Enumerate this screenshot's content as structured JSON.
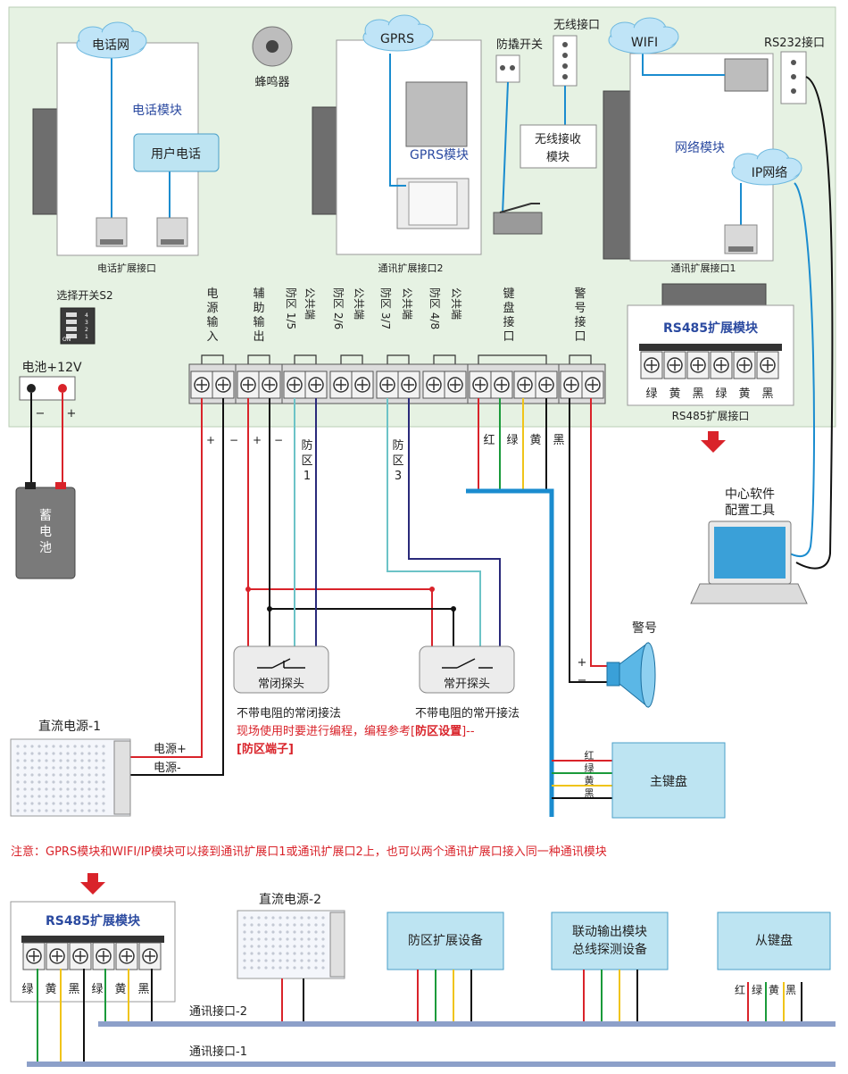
{
  "clouds": {
    "phone_net": "电话网",
    "gprs": "GPRS",
    "wifi": "WIFI",
    "ip_net": "IP网络"
  },
  "modules": {
    "phone_module": "电话模块",
    "user_phone": "用户电话",
    "phone_port": "电话扩展接口",
    "buzzer": "蜂鸣器",
    "gprs_module": "GPRS模块",
    "comm_port2": "通讯扩展接口2",
    "tamper_switch": "防撬开关",
    "wireless_port": "无线接口",
    "wireless_rx_line1": "无线接收",
    "wireless_rx_line2": "模块",
    "network_module": "网络模块",
    "rs232_port": "RS232接口",
    "comm_port1": "通讯扩展接口1"
  },
  "switch_s2": {
    "label": "选择开关S2",
    "numbers": [
      "4",
      "3",
      "2",
      "1"
    ],
    "on": "ON"
  },
  "battery": {
    "label": "电池+12V",
    "minus": "−",
    "plus": "+",
    "storage_line1": "蓄",
    "storage_line2": "电",
    "storage_line3": "池"
  },
  "terminals": {
    "power_in": [
      "电",
      "源",
      "输",
      "入"
    ],
    "aux_out": [
      "辅",
      "助",
      "输",
      "出"
    ],
    "zone15": "防区 1/5",
    "zone26": "防区 2/6",
    "zone37": "防区 3/7",
    "zone48": "防区 4/8",
    "common": "公共端",
    "keypad_port": [
      "键",
      "盘",
      "接",
      "口"
    ],
    "alarm_port": [
      "警",
      "号",
      "接",
      "口"
    ]
  },
  "rs485_main": {
    "title": "RS485扩展模块",
    "colors": [
      "绿",
      "黄",
      "黑",
      "绿",
      "黄",
      "黑"
    ],
    "port_label": "RS485扩展接口"
  },
  "wire_labels": {
    "plus": "+",
    "minus": "−",
    "zone1_line1": "防",
    "zone1_line2": "区",
    "zone1_line3": "1",
    "zone3_line1": "防",
    "zone3_line2": "区",
    "zone3_line3": "3",
    "keypad_colors": [
      "红",
      "绿",
      "黄",
      "黑"
    ]
  },
  "center_software": {
    "line1": "中心软件",
    "line2": "配置工具"
  },
  "siren": {
    "label": "警号",
    "plus": "+",
    "minus": "−"
  },
  "probes": {
    "nc": "常闭探头",
    "no": "常开探头",
    "nc_desc": "不带电阻的常闭接法",
    "no_desc": "不带电阻的常开接法",
    "note_line1_a": "现场使用时要进行编程，编程参考[",
    "note_line1_b": "防区设置",
    "note_line1_c": "]--",
    "note_line2": "[防区端子]"
  },
  "dc_power1": {
    "title": "直流电源-1",
    "plus": "电源+",
    "minus": "电源-"
  },
  "main_keypad": {
    "label": "主键盘",
    "colors": [
      "红",
      "绿",
      "黄",
      "黑"
    ]
  },
  "notice": "注意：GPRS模块和WIFI/IP模块可以接到通讯扩展口1或通讯扩展口2上，也可以两个通讯扩展口接入同一种通讯模块",
  "bottom": {
    "rs485_title": "RS485扩展模块",
    "rs485_colors": [
      "绿",
      "黄",
      "黑",
      "绿",
      "黄",
      "黑"
    ],
    "dc_power2": "直流电源-2",
    "zone_expander": "防区扩展设备",
    "linkage_line1": "联动输出模块",
    "linkage_line2": "总线探测设备",
    "slave_keypad": "从键盘",
    "slave_colors": [
      "红",
      "绿",
      "黄",
      "黑"
    ],
    "comm2": "通讯接口-2",
    "comm1": "通讯接口-1"
  },
  "colors": {
    "board": "#e6f2e3",
    "wire_blue": "#1a8ccf",
    "wire_red": "#d9232a",
    "wire_green": "#1a9a3a",
    "wire_yellow": "#f0c419",
    "wire_teal": "#6cc3c7",
    "wire_navy": "#2a2a7a",
    "notice_red": "#d9232a",
    "module_blue": "#bde4f2"
  }
}
